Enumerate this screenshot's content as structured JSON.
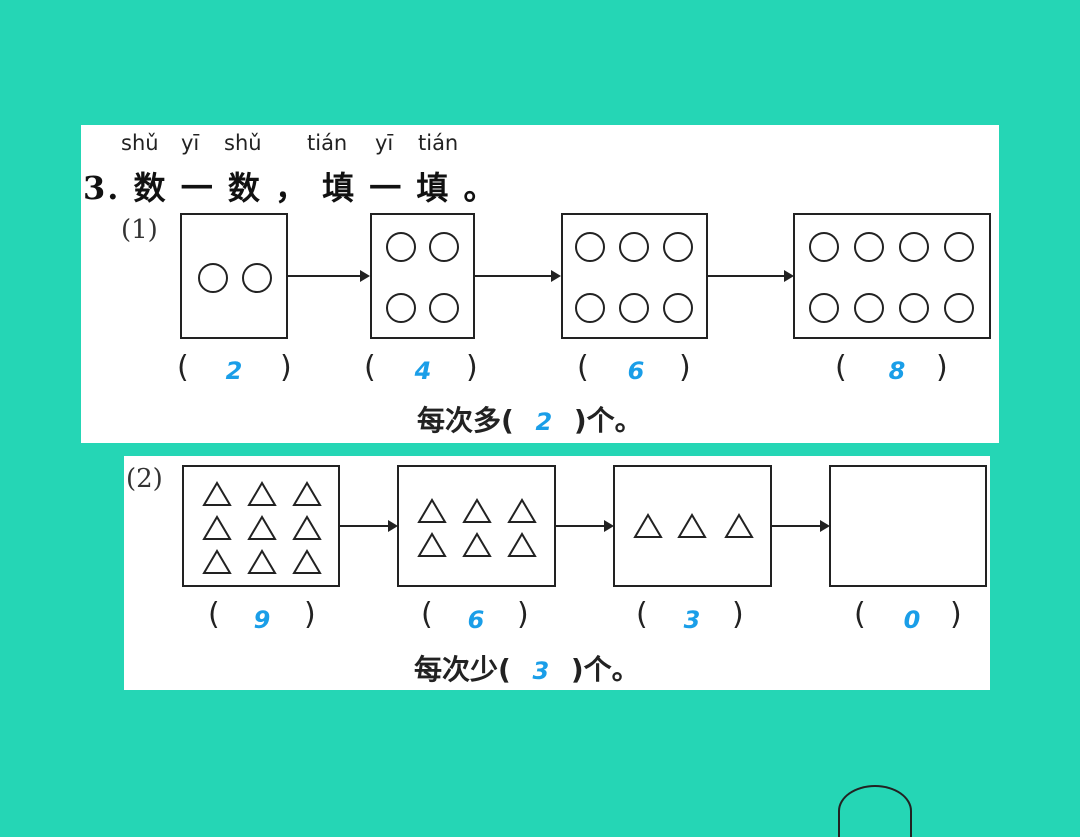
{
  "question": {
    "pinyin": [
      "shǔ",
      "yī",
      "shǔ",
      "tián",
      "yī",
      "tián"
    ],
    "number": "3.",
    "text": "数 一 数 ， 填 一 填 。"
  },
  "part1": {
    "label": "(1)",
    "boxes": [
      {
        "count": 2,
        "answer": "2"
      },
      {
        "count": 4,
        "answer": "4"
      },
      {
        "count": 6,
        "answer": "6"
      },
      {
        "count": 8,
        "answer": "8"
      }
    ],
    "open_paren": "(",
    "close_paren": ")",
    "sentence_prefix": "每次多(",
    "sentence_answer": "2",
    "sentence_suffix": ")个。"
  },
  "part2": {
    "label": "(2)",
    "boxes": [
      {
        "count": 9,
        "answer": "9"
      },
      {
        "count": 6,
        "answer": "6"
      },
      {
        "count": 3,
        "answer": "3"
      },
      {
        "count": 0,
        "answer": "0"
      }
    ],
    "open_paren": "(",
    "close_paren": ")",
    "sentence_prefix": "每次少(",
    "sentence_answer": "3",
    "sentence_suffix": ")个。"
  },
  "colors": {
    "background": "#25d6b5",
    "answer": "#1a9ee8"
  }
}
